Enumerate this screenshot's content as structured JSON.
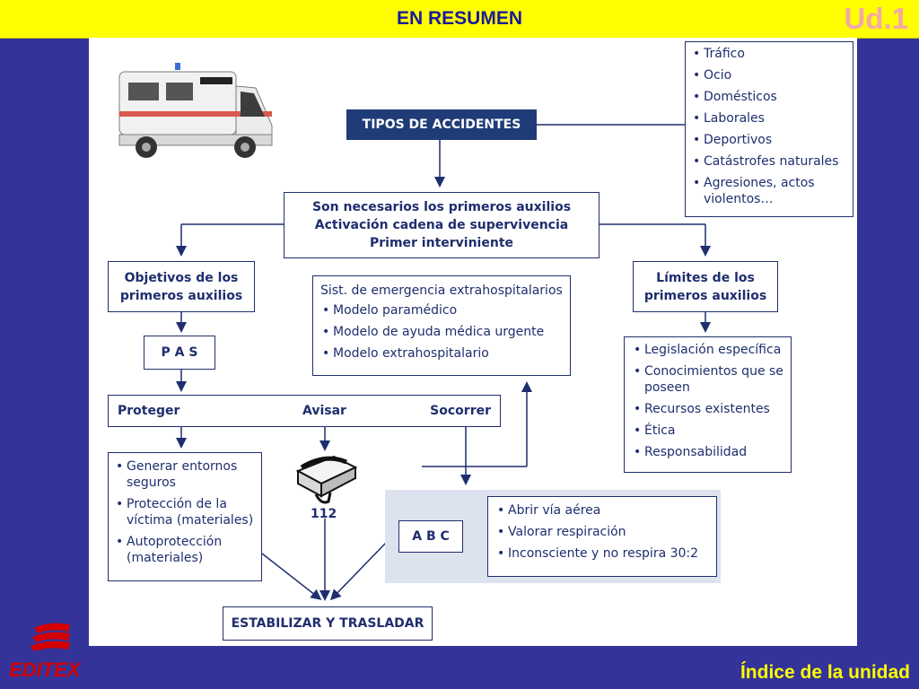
{
  "header": {
    "title": "EN RESUMEN",
    "unit": "Ud.1"
  },
  "diagram": {
    "tipos_title": "TIPOS DE ACCIDENTES",
    "tipos_list": [
      "Tráfico",
      "Ocio",
      "Domésticos",
      "Laborales",
      "Deportivos",
      "Catástrofes naturales",
      "Agresiones, actos violentos…"
    ],
    "central": [
      "Son necesarios los primeros auxilios",
      "Activación cadena de supervivencia",
      "Primer interviniente"
    ],
    "objetivos": "Objetivos de los primeros auxilios",
    "limites": "Límites de los primeros auxilios",
    "sist_title": "Sist. de emergencia extrahospitalarios",
    "sist_list": [
      "Modelo paramédico",
      "Modelo de ayuda médica urgente",
      "Modelo extrahospitalario"
    ],
    "pas": "P A S",
    "proteger": "Proteger",
    "avisar": "Avisar",
    "socorrer": "Socorrer",
    "limites_list": [
      "Legislación específica",
      "Conocimientos que se poseen",
      "Recursos existentes",
      "Ética",
      "Responsabilidad"
    ],
    "proteger_list": [
      "Generar entornos seguros",
      "Protección de la víctima (materiales)",
      "Autoprotección (materiales)"
    ],
    "phone_number": "112",
    "abc": "A B C",
    "abc_list": [
      "Abrir vía aérea",
      "Valorar respiración",
      "Inconsciente y no respira 30:2"
    ],
    "estabilizar": "ESTABILIZAR Y TRASLADAR"
  },
  "footer": {
    "index_link": "Índice de la unidad",
    "logo_text": "EDITEX"
  },
  "colors": {
    "background": "#333399",
    "topbar": "#ffff00",
    "box_border": "#1f2e6e",
    "title_box": "#1f3c78"
  }
}
